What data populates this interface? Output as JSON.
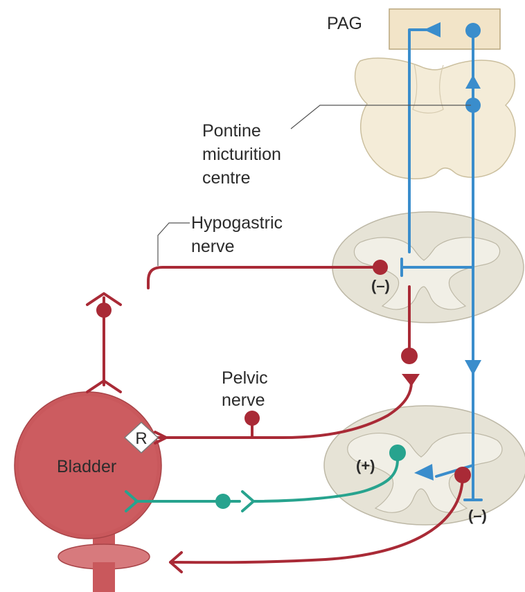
{
  "labels": {
    "pag": "PAG",
    "pontine": [
      "Pontine",
      "micturition",
      "centre"
    ],
    "hypogastric": [
      "Hypogastric",
      "nerve"
    ],
    "pelvic": [
      "Pelvic",
      "nerve"
    ],
    "bladder": "Bladder",
    "receptor": "R",
    "inhibit_upper": "(–)",
    "excite": "(+)",
    "inhibit_lower": "(–)"
  },
  "colors": {
    "brain_fill": "#f4ecd8",
    "brain_stroke": "#cbbf9e",
    "cord_fill": "#e6e3d6",
    "cord_stroke": "#bdb8a6",
    "blue_pathway": "#3a8dcc",
    "red_pathway": "#a92a36",
    "green_pathway": "#27a38e",
    "bladder_fill": "#c9585c",
    "bladder_stroke": "#a84448"
  }
}
